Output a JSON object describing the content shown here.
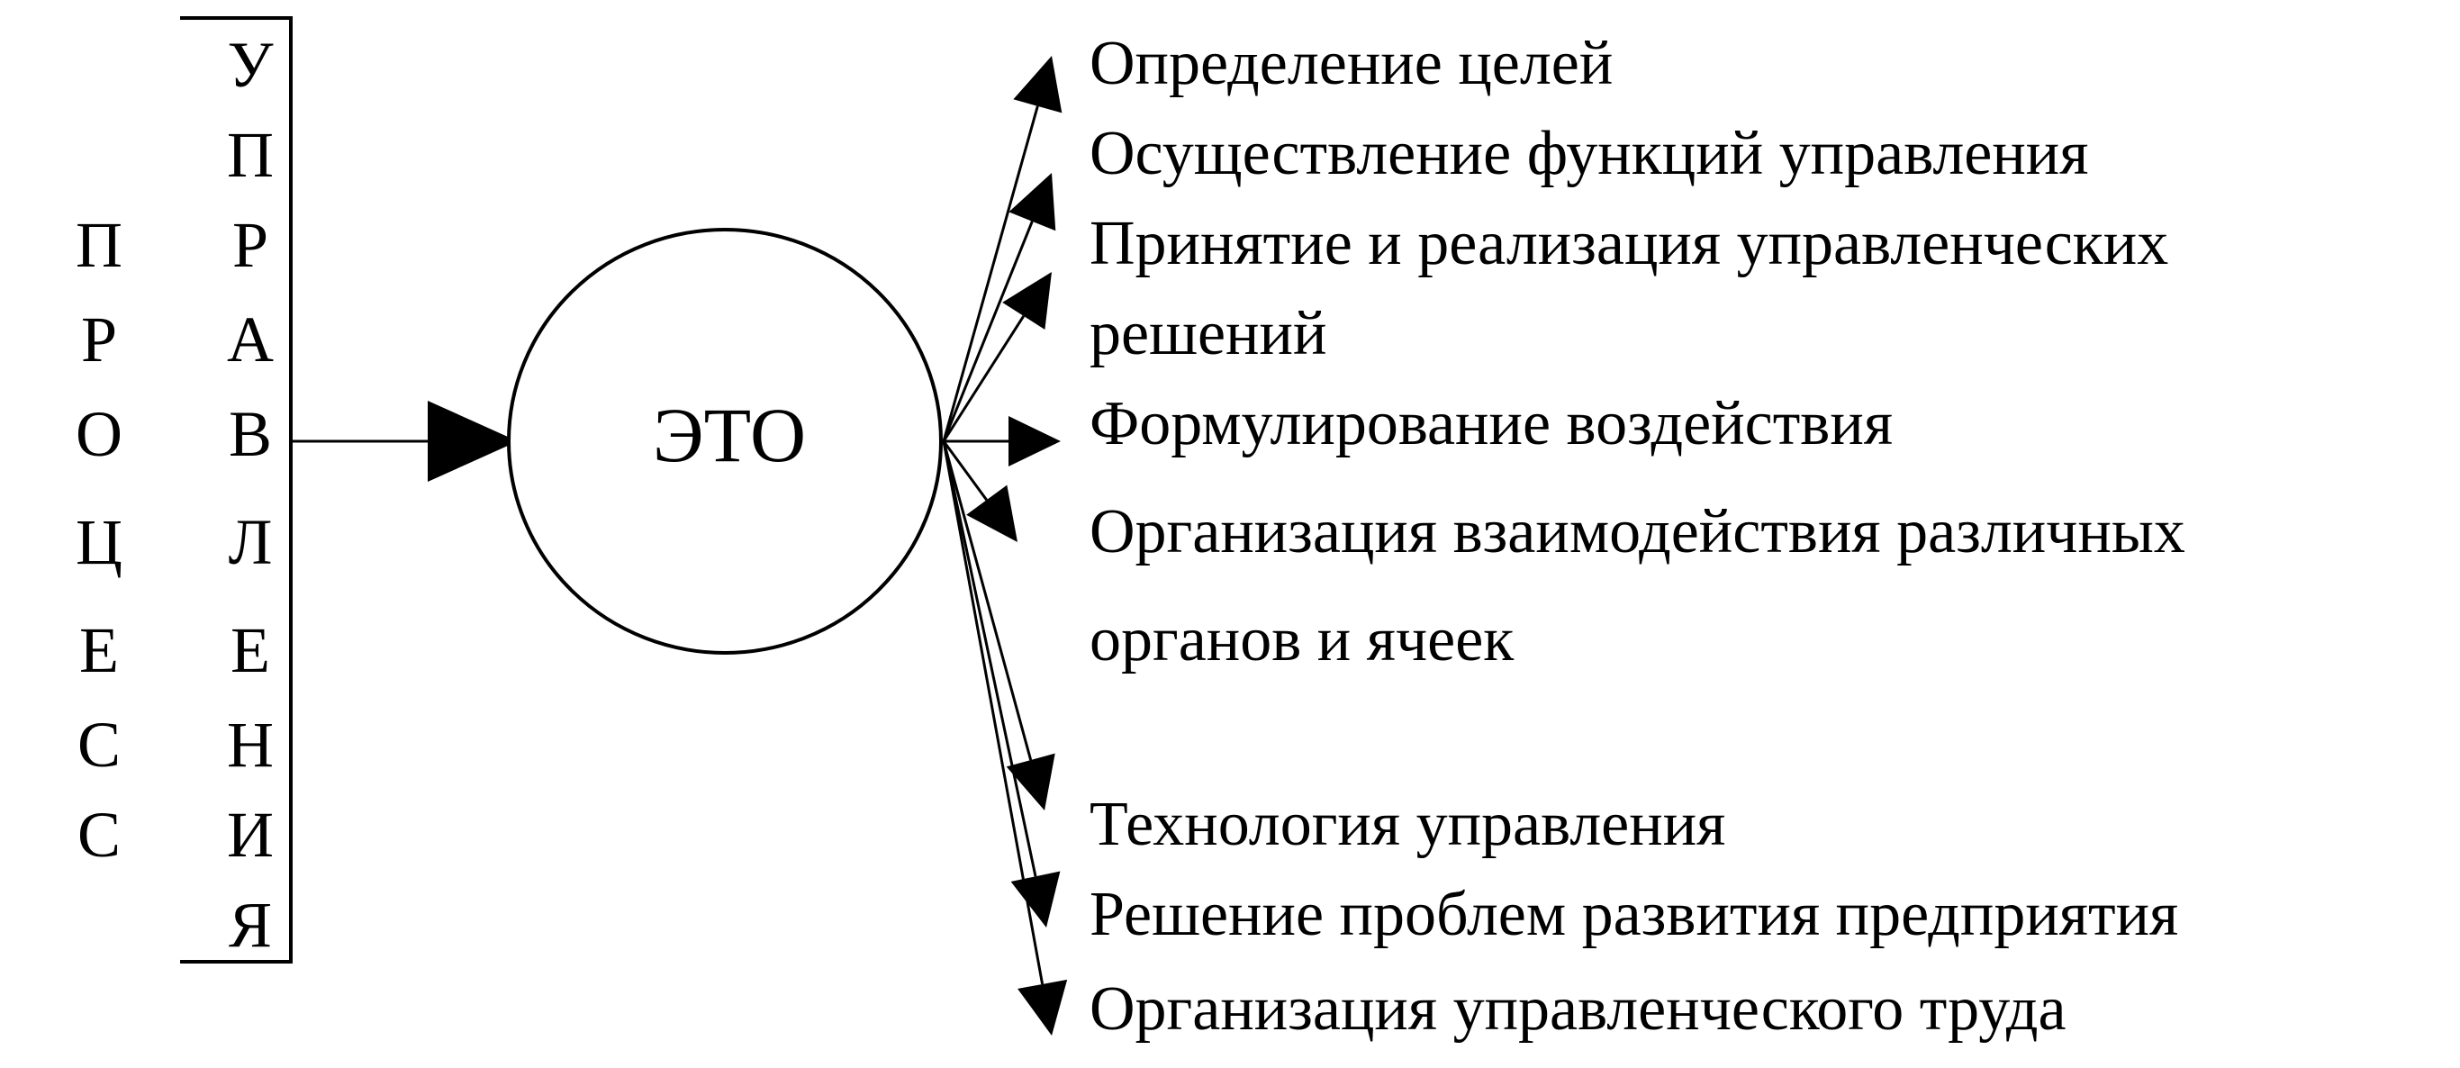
{
  "left_words": {
    "process_letters": [
      "П",
      "Р",
      "О",
      "Ц",
      "Е",
      "С",
      "С"
    ],
    "management_letters": [
      "У",
      "П",
      "Р",
      "А",
      "В",
      "Л",
      "Е",
      "Н",
      "И",
      "Я"
    ]
  },
  "center": {
    "label": "ЭТО"
  },
  "items": [
    {
      "lines": [
        "Определение целей"
      ]
    },
    {
      "lines": [
        "Осуществление функций управления"
      ]
    },
    {
      "lines": [
        "Принятие и реализация управленческих",
        "решений"
      ]
    },
    {
      "lines": [
        "Формулирование воздействия"
      ]
    },
    {
      "lines": [
        "Организация взаимодействия различных",
        "органов  и ячеек"
      ]
    },
    {
      "lines": [
        "Технология управления"
      ]
    },
    {
      "lines": [
        "Решение проблем развития предприятия"
      ]
    },
    {
      "lines": [
        "Организация управленческого труда"
      ]
    }
  ]
}
